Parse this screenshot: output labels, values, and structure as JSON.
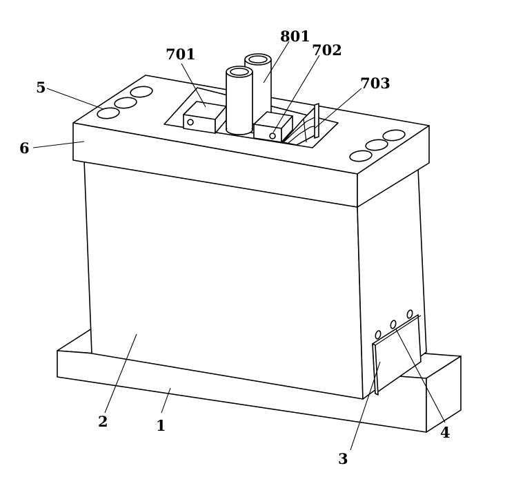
{
  "labels": {
    "base": "1",
    "body": "2",
    "side_panel": "3",
    "side_holes": "4",
    "top_holes": "5",
    "top_plate": "6",
    "clamp_left": "701",
    "clamp_right": "702",
    "v_block": "703",
    "tubes": "801"
  }
}
